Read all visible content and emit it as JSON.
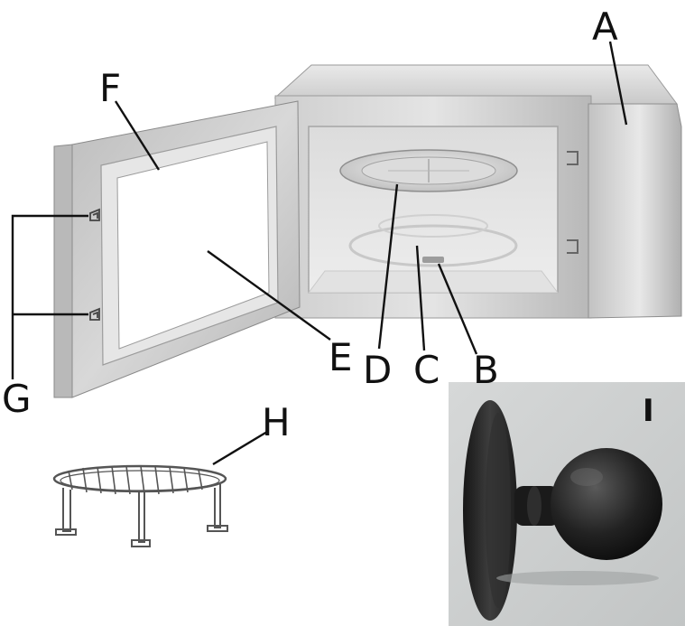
{
  "labels": {
    "A": "A",
    "B": "B",
    "C": "C",
    "D": "D",
    "E": "E",
    "F": "F",
    "G": "G",
    "H": "H",
    "I": "I"
  },
  "colors": {
    "body": "#d9d9d9",
    "body_dark": "#a9a9a9",
    "cavity": "#e6e6e6",
    "window": "#ffffff",
    "line": "#111111",
    "suction_cup": "#2b2b2b",
    "photo_bg": "#cfd2d2"
  }
}
